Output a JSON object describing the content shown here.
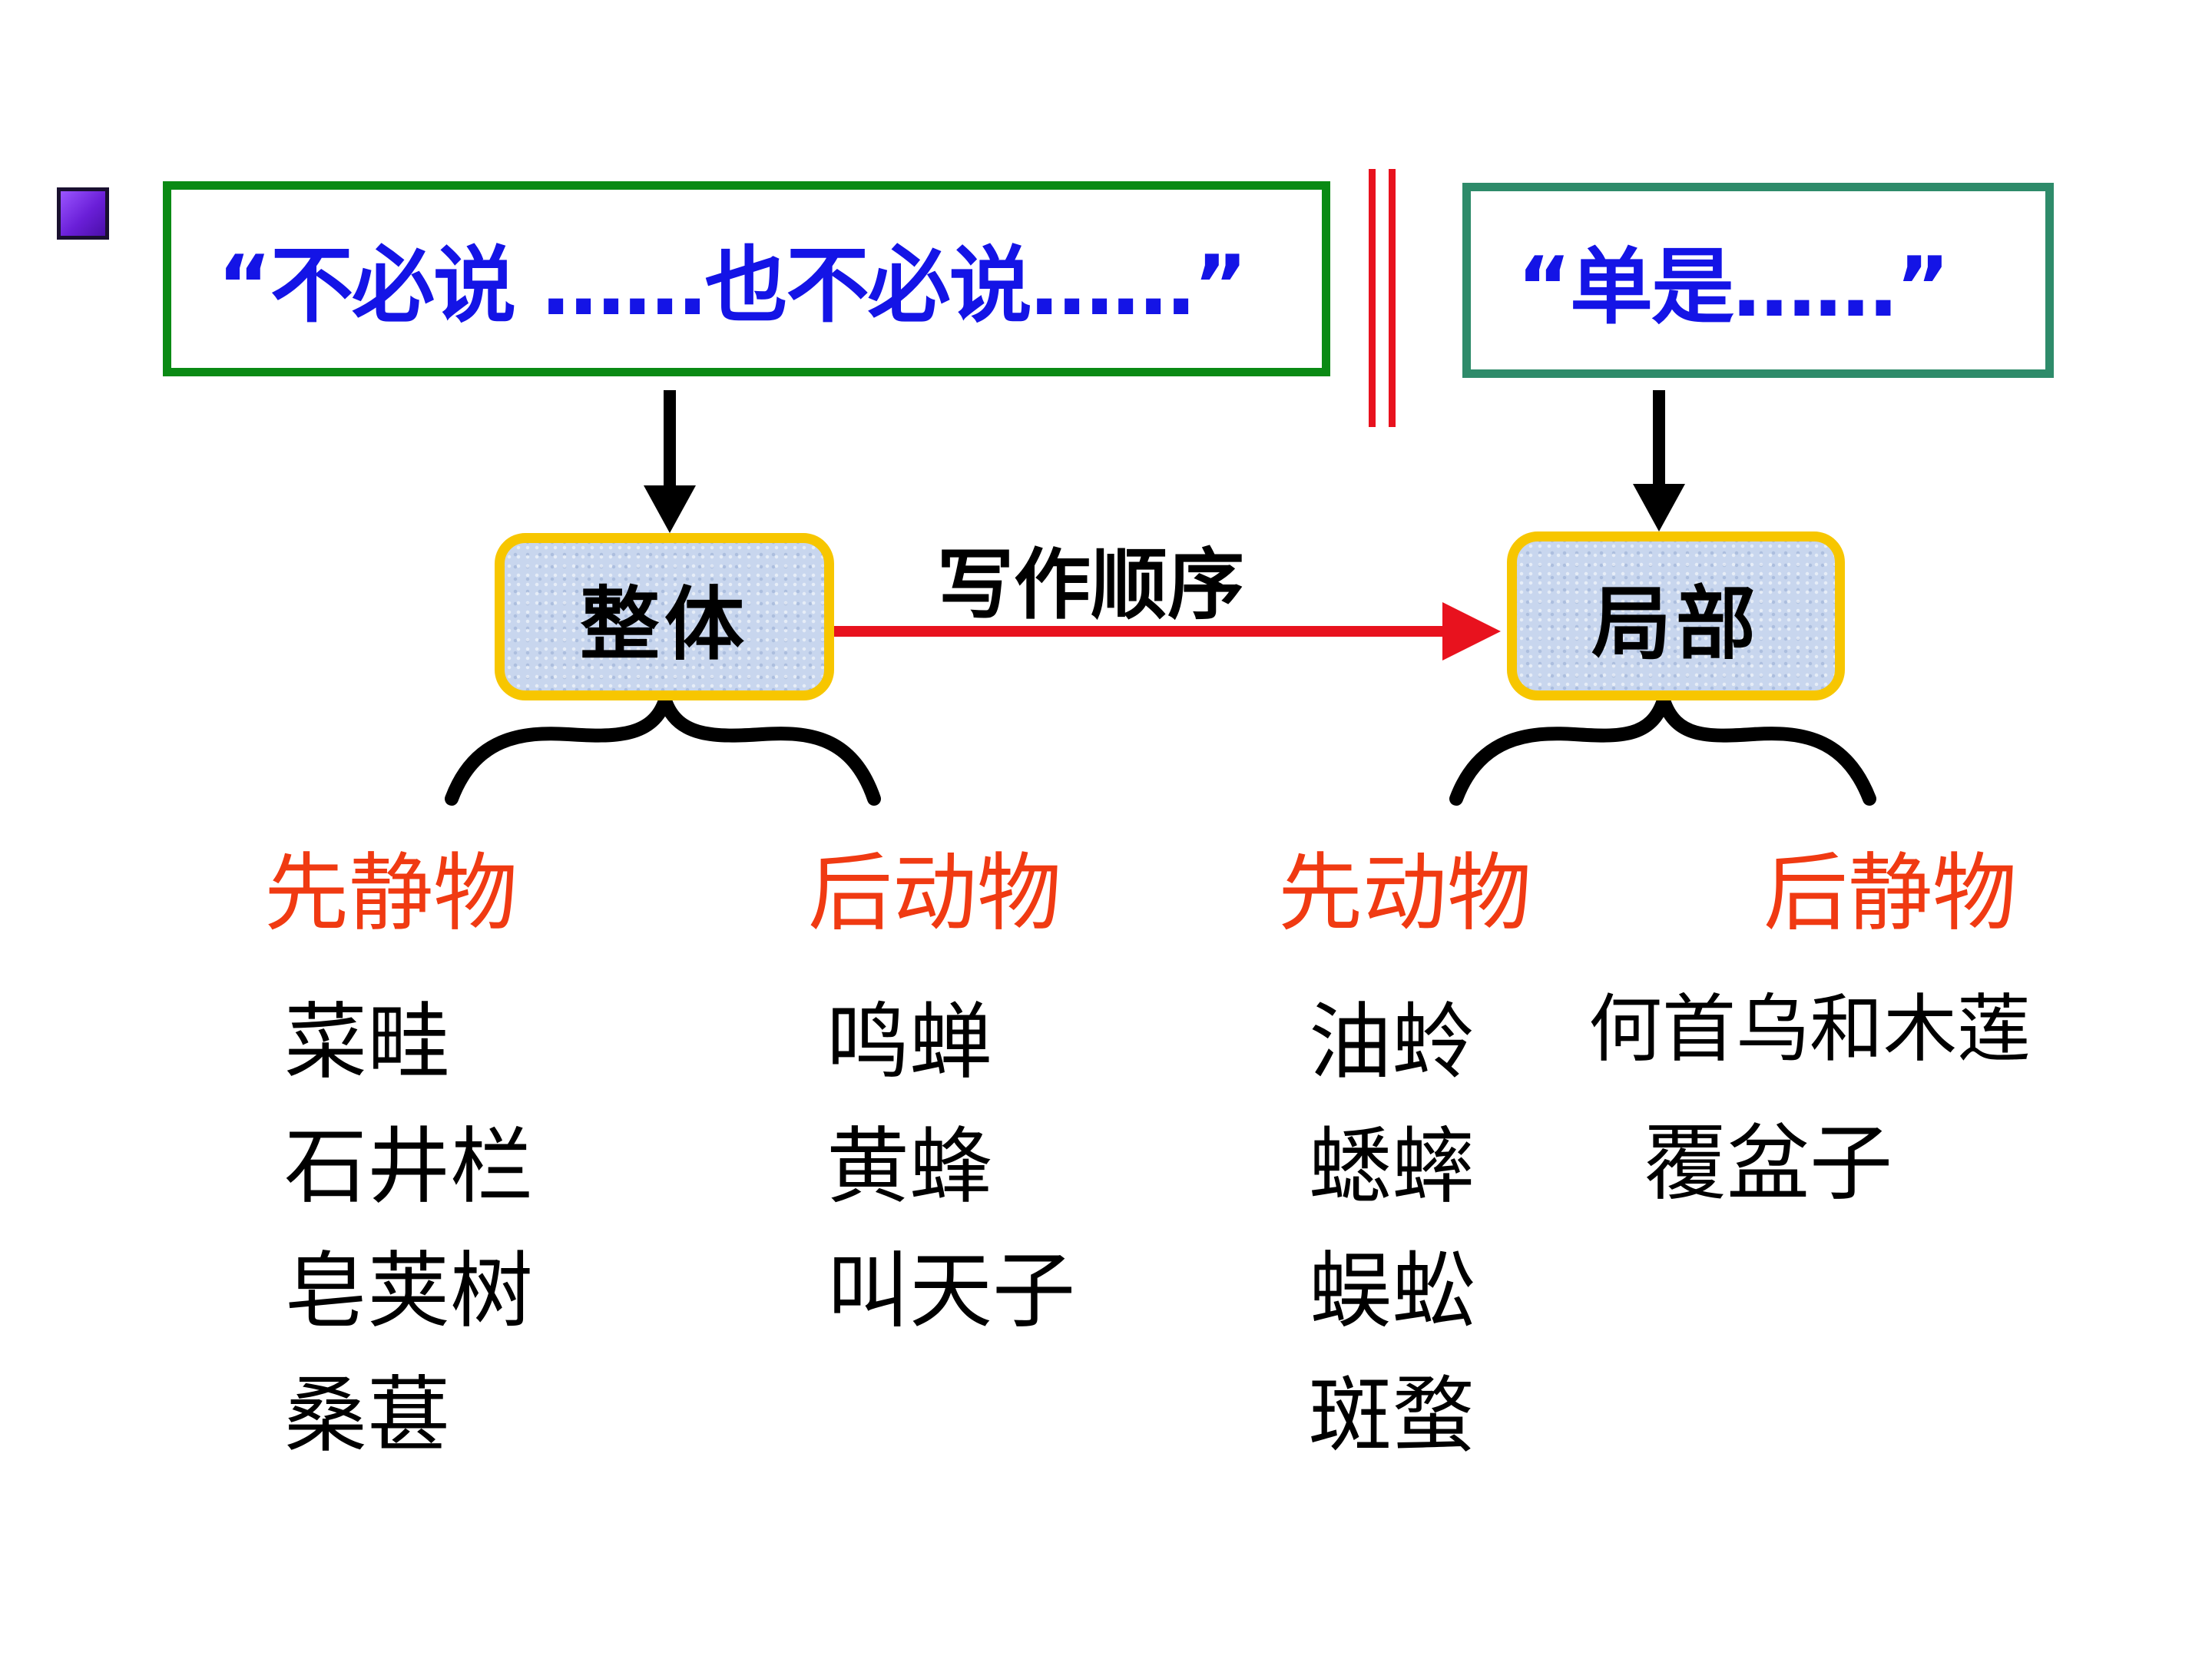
{
  "top": {
    "left_quote": "“不必说 ……也不必说……”",
    "right_quote": "“单是……”"
  },
  "nodes": {
    "whole": "整体",
    "part": "局部",
    "order_label": "写作顺序"
  },
  "categories": {
    "whole_static": "先静物",
    "whole_dynamic": "后动物",
    "part_dynamic": "先动物",
    "part_static": "后静物"
  },
  "items": {
    "whole_static": [
      "菜畦",
      "石井栏",
      "皂荚树",
      "桑葚"
    ],
    "whole_dynamic": [
      "鸣蝉",
      "黄蜂",
      "叫天子"
    ],
    "part_dynamic": [
      "油蛉",
      "蟋蟀",
      "蜈蚣",
      "斑蝥"
    ],
    "part_static": [
      "何首乌和木莲",
      "覆盆子"
    ]
  },
  "colors": {
    "quote_text": "#1414e6",
    "left_box_border": "#0a8a14",
    "right_box_border": "#2e8b6a",
    "node_border": "#f7c600",
    "category_text": "#f03a12",
    "red_arrow": "#e8121e",
    "bullet": "#7a33f0"
  }
}
